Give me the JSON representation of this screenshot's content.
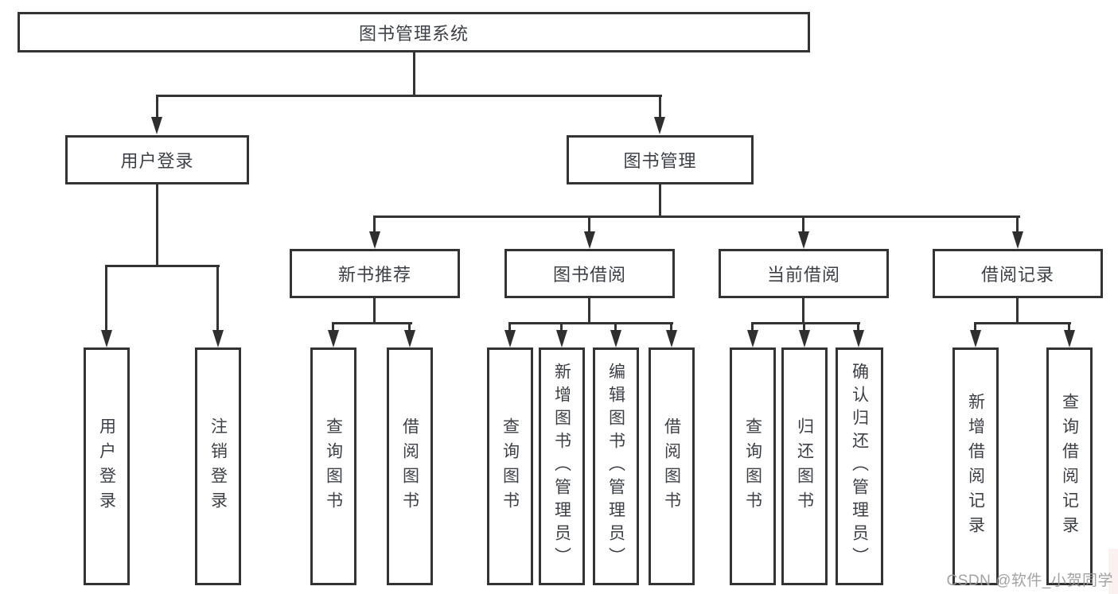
{
  "tree": {
    "root": {
      "label": "图书管理系统"
    },
    "branches": [
      {
        "label": "用户登录",
        "children": [
          {
            "label": "用户登录"
          },
          {
            "label": "注销登录"
          }
        ]
      },
      {
        "label": "图书管理",
        "children": [
          {
            "label": "新书推荐",
            "children": [
              {
                "label": "查询图书"
              },
              {
                "label": "借阅图书"
              }
            ]
          },
          {
            "label": "图书借阅",
            "children": [
              {
                "label": "查询图书"
              },
              {
                "label": "新增图书（管理员）"
              },
              {
                "label": "编辑图书（管理员）"
              },
              {
                "label": "借阅图书"
              }
            ]
          },
          {
            "label": "当前借阅",
            "children": [
              {
                "label": "查询图书"
              },
              {
                "label": "归还图书"
              },
              {
                "label": "确认归还（管理员）"
              }
            ]
          },
          {
            "label": "借阅记录",
            "children": [
              {
                "label": "新增借阅记录"
              },
              {
                "label": "查询借阅记录"
              }
            ]
          }
        ]
      }
    ]
  },
  "watermark": {
    "text": "CSDN @软件_小贺同学"
  },
  "colors": {
    "line": "#333333",
    "text": "#3d4046",
    "background": "#ffffff",
    "watermark": "#9b9b9b"
  }
}
